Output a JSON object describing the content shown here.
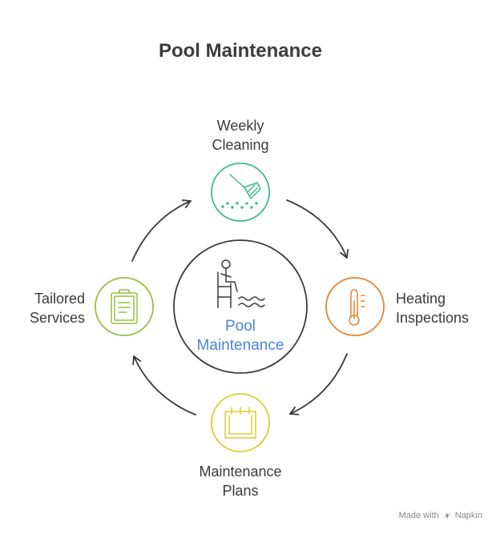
{
  "title": "Pool Maintenance",
  "center": {
    "line1": "Pool",
    "line2": "Maintenance",
    "color": "#4a86d6"
  },
  "nodes": [
    {
      "id": "weekly-cleaning",
      "line1": "Weekly",
      "line2": "Cleaning",
      "color": "#3fba8f",
      "icon": "net-skimmer-icon"
    },
    {
      "id": "heating-inspections",
      "line1": "Heating",
      "line2": "Inspections",
      "color": "#e6842f",
      "icon": "thermometer-icon"
    },
    {
      "id": "maintenance-plans",
      "line1": "Maintenance",
      "line2": "Plans",
      "color": "#d6cf33",
      "icon": "calendar-icon"
    },
    {
      "id": "tailored-services",
      "line1": "Tailored",
      "line2": "Services",
      "color": "#96c043",
      "icon": "clipboard-icon"
    }
  ],
  "footer": {
    "made_with": "Made with",
    "brand": "Napkin"
  }
}
